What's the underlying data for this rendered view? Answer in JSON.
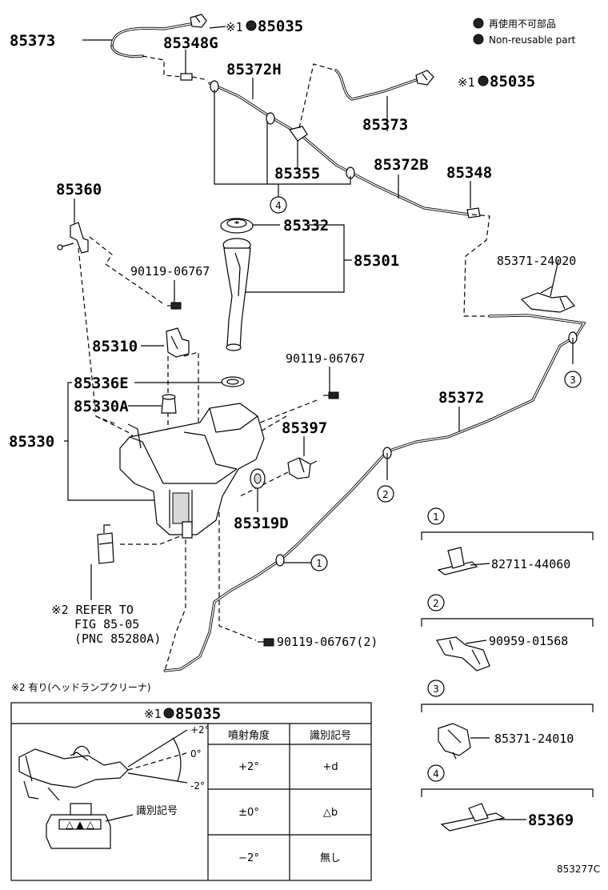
{
  "legend": {
    "jp": "再使用不可部品",
    "en": "Non-reusable part"
  },
  "labels": {
    "l_85373_a": "85373",
    "l_85035_a": "85035",
    "l_85348G": "85348G",
    "l_85372H": "85372H",
    "l_85035_b": "85035",
    "l_85373_b": "85373",
    "l_85372B": "85372B",
    "l_85348": "85348",
    "l_85355": "85355",
    "l_85360": "85360",
    "l_85332": "85332",
    "l_85301": "85301",
    "l_90119_a": "90119-06767",
    "l_85371_24020": "85371-24020",
    "l_85310": "85310",
    "l_90119_b": "90119-06767",
    "l_85336E": "85336E",
    "l_85372": "85372",
    "l_85330A": "85330A",
    "l_85330": "85330",
    "l_85397": "85397",
    "l_85319D": "85319D",
    "l_90119_c": "90119-06767(2)"
  },
  "mark_prefix": "※1",
  "refer": {
    "line1": "※2 REFER TO",
    "line2": "FIG 85-05",
    "line3": "(PNC 85280A)"
  },
  "note2": "※2 有り(ヘッドランプクリーナ)",
  "callouts": [
    "1",
    "2",
    "3",
    "4"
  ],
  "inset_parts": [
    {
      "key": "1",
      "part": "82711-44060"
    },
    {
      "key": "2",
      "part": "90959-01568"
    },
    {
      "key": "3",
      "part": "85371-24010"
    },
    {
      "key": "4",
      "part": "85369"
    }
  ],
  "table": {
    "title_prefix": "※1",
    "title_part": "85035",
    "angle_top": "+2°",
    "angle_mid": "0°",
    "angle_bot": "-2°",
    "id_mark_label": "識別記号",
    "id_mark_text": "△ ▲ △",
    "col1_header": "噴射角度",
    "col2_header": "識別記号",
    "rows": [
      {
        "angle": "+2°",
        "mark": "+d"
      },
      {
        "angle": "±0°",
        "mark": "△b"
      },
      {
        "angle": "−2°",
        "mark": "無し"
      }
    ]
  },
  "figure_id": "853277C"
}
